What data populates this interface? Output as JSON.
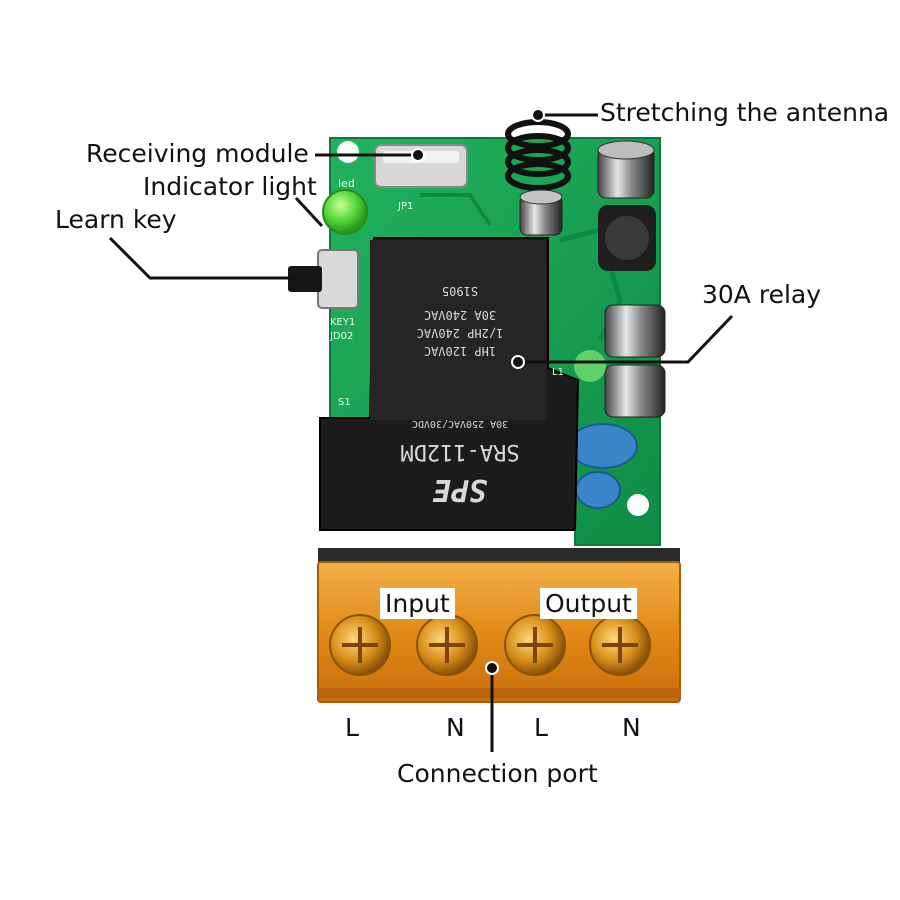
{
  "callouts": {
    "antenna": "Stretching the antenna",
    "receiving_module": "Receiving module",
    "indicator_light": "Indicator light",
    "learn_key": "Learn key",
    "relay": "30A relay",
    "connection_port": "Connection port"
  },
  "terminal_labels": {
    "input": "Input",
    "output": "Output"
  },
  "terminal_pins": [
    "L",
    "N",
    "L",
    "N"
  ],
  "relay_markings": {
    "brand": "SPE",
    "model": "SRA-112DM",
    "rating_1": "30A 250VAC/30VDC",
    "rating_2": "1HP 120VAC",
    "rating_3": "1/2HP 240VAC",
    "rating_4": "30A 240VAC",
    "code": "S1905"
  },
  "pcb_silkscreen": {
    "led": "led",
    "key": "KEY1",
    "jd": "JD02",
    "s1": "S1",
    "jp": "JP1",
    "l1": "L1"
  },
  "colors": {
    "pcb": "#17a352",
    "relay": "#1c1c1c",
    "terminal": "#e9961c",
    "led": "#52d83a"
  }
}
